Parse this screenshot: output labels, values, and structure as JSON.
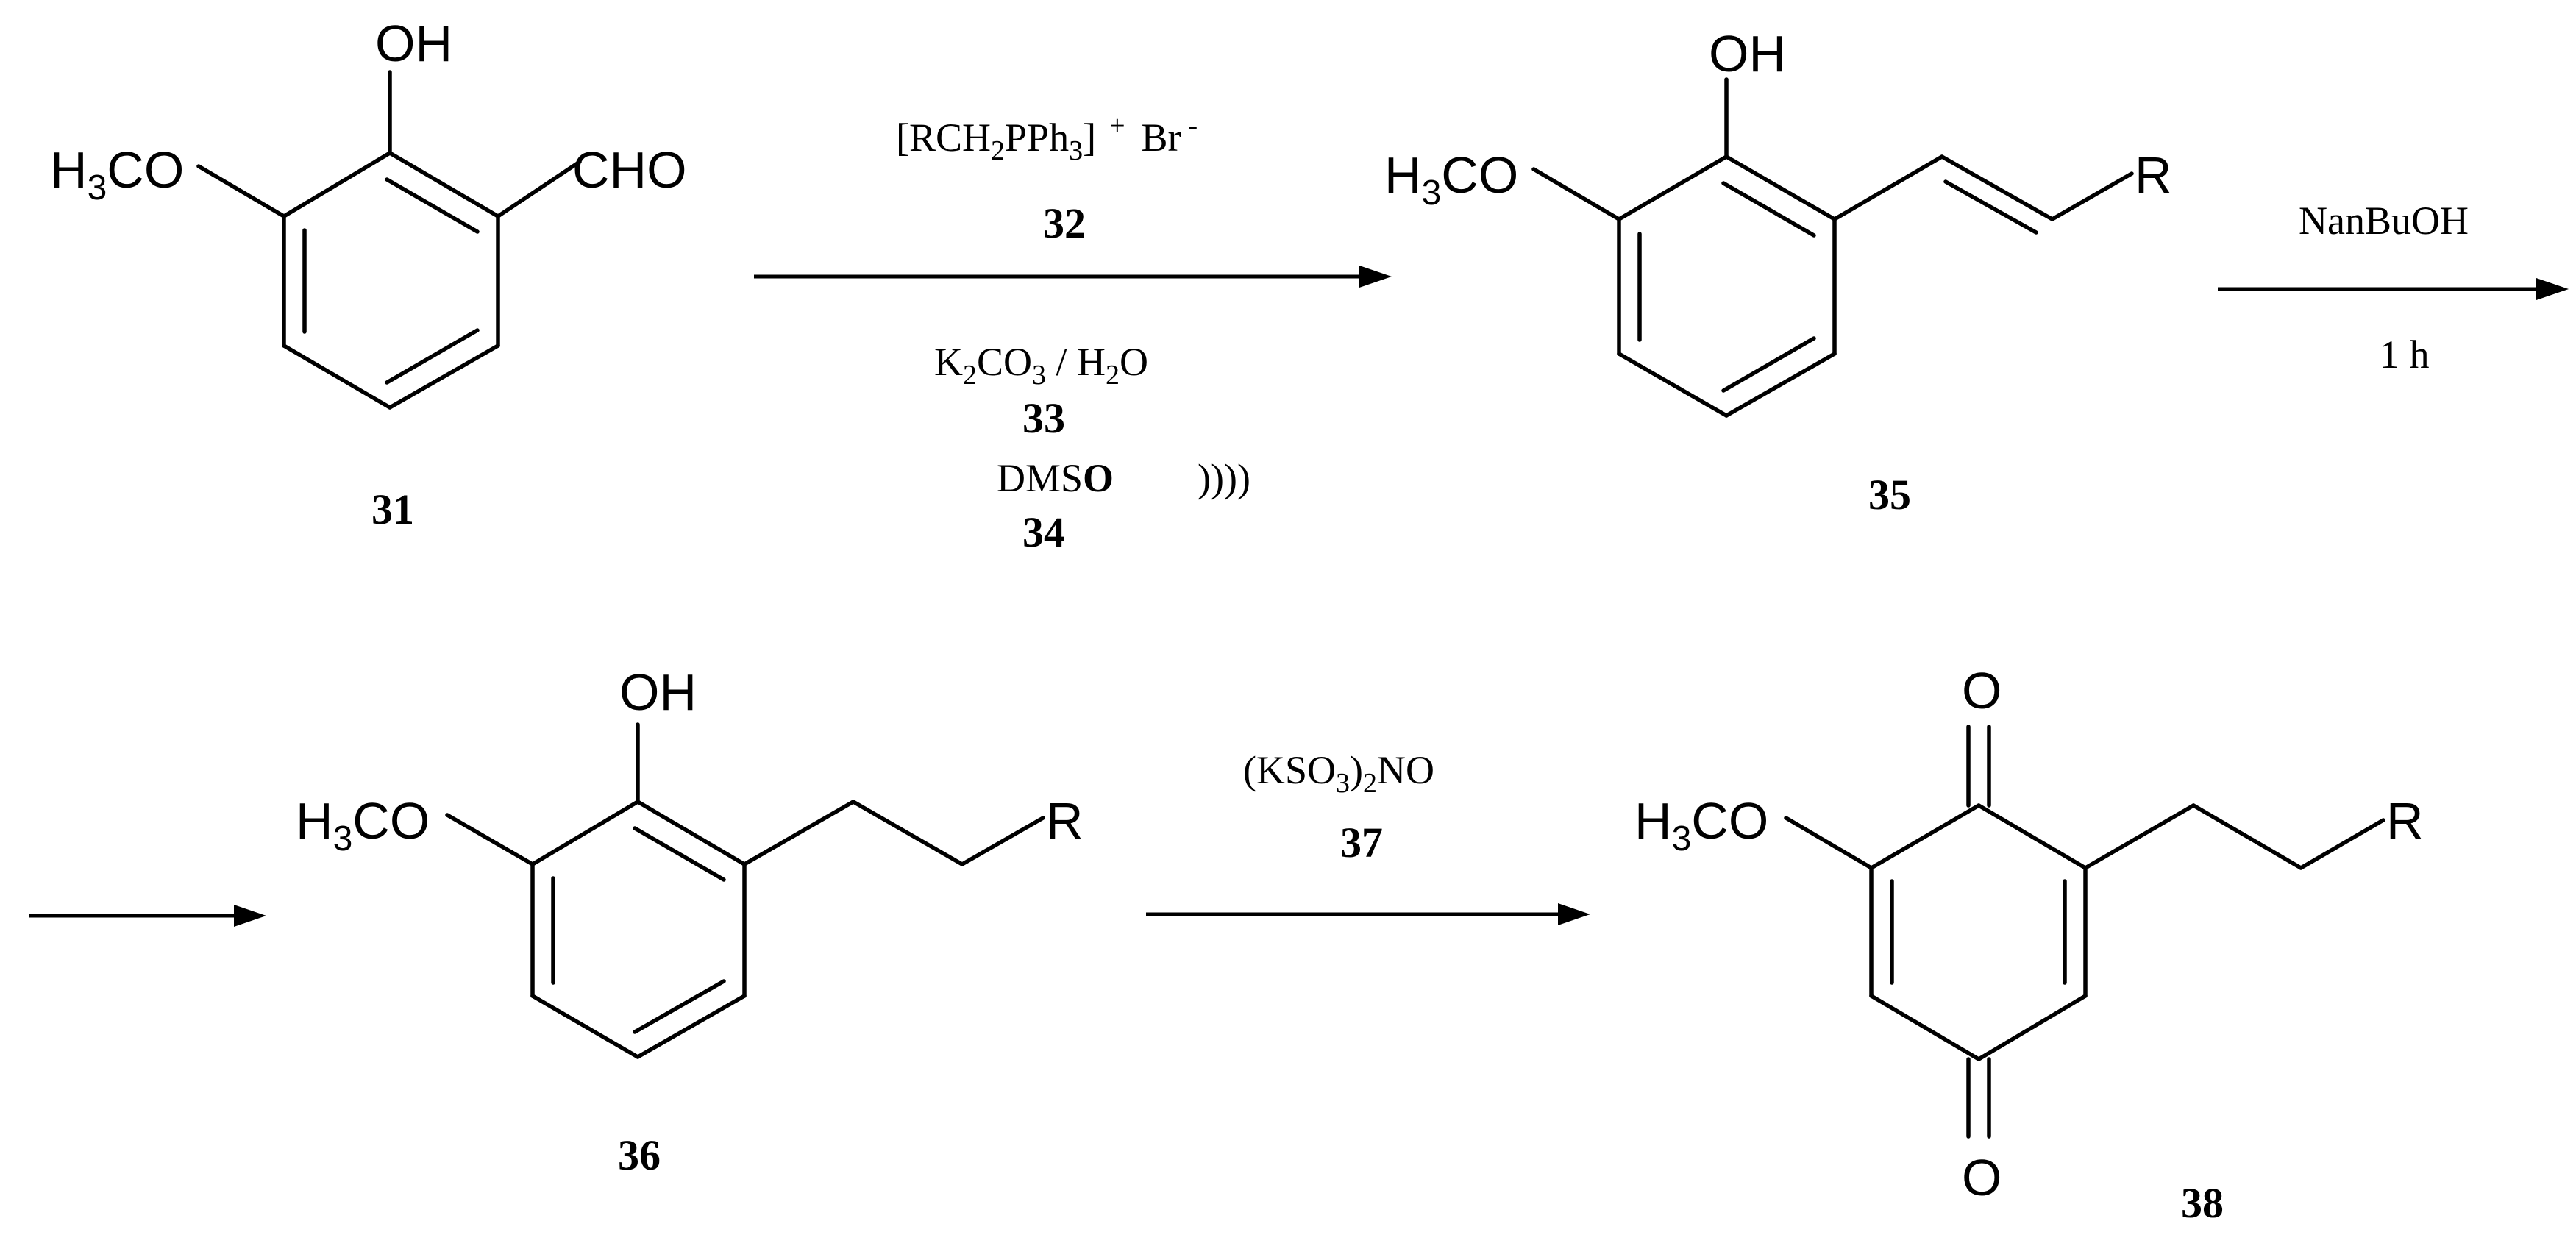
{
  "atoms": {
    "oh": "OH",
    "h3co_h": "H",
    "h3co_sub": "3",
    "h3co_rest": "CO",
    "cho": "CHO",
    "r": "R",
    "o": "O"
  },
  "compounds": {
    "c31": "31",
    "c35": "35",
    "c36": "36",
    "c38": "38"
  },
  "step1": {
    "reagent_open": "[RCH",
    "reagent_sub1": "2",
    "reagent_mid": "PPh",
    "reagent_sub2": "3",
    "reagent_close": "]",
    "reagent_plus": "+",
    "reagent_br": "Br",
    "reagent_minus": "-",
    "reagent_number": "32",
    "base_k": "K",
    "base_sub1": "2",
    "base_co": "CO",
    "base_sub2": "3",
    "base_mid": " / H",
    "base_sub3": "2",
    "base_o": "O",
    "base_number": "33",
    "solvent_plain": "DMS",
    "solvent_bold": "O",
    "ultrasound": "))))",
    "solvent_number": "34"
  },
  "step2": {
    "reagent": "NanBuOH",
    "time": "1 h"
  },
  "step3": {
    "reagent_open": "(KSO",
    "reagent_sub1": "3",
    "reagent_close": ")",
    "reagent_sub2": "2",
    "reagent_no": "NO",
    "reagent_number": "37"
  }
}
